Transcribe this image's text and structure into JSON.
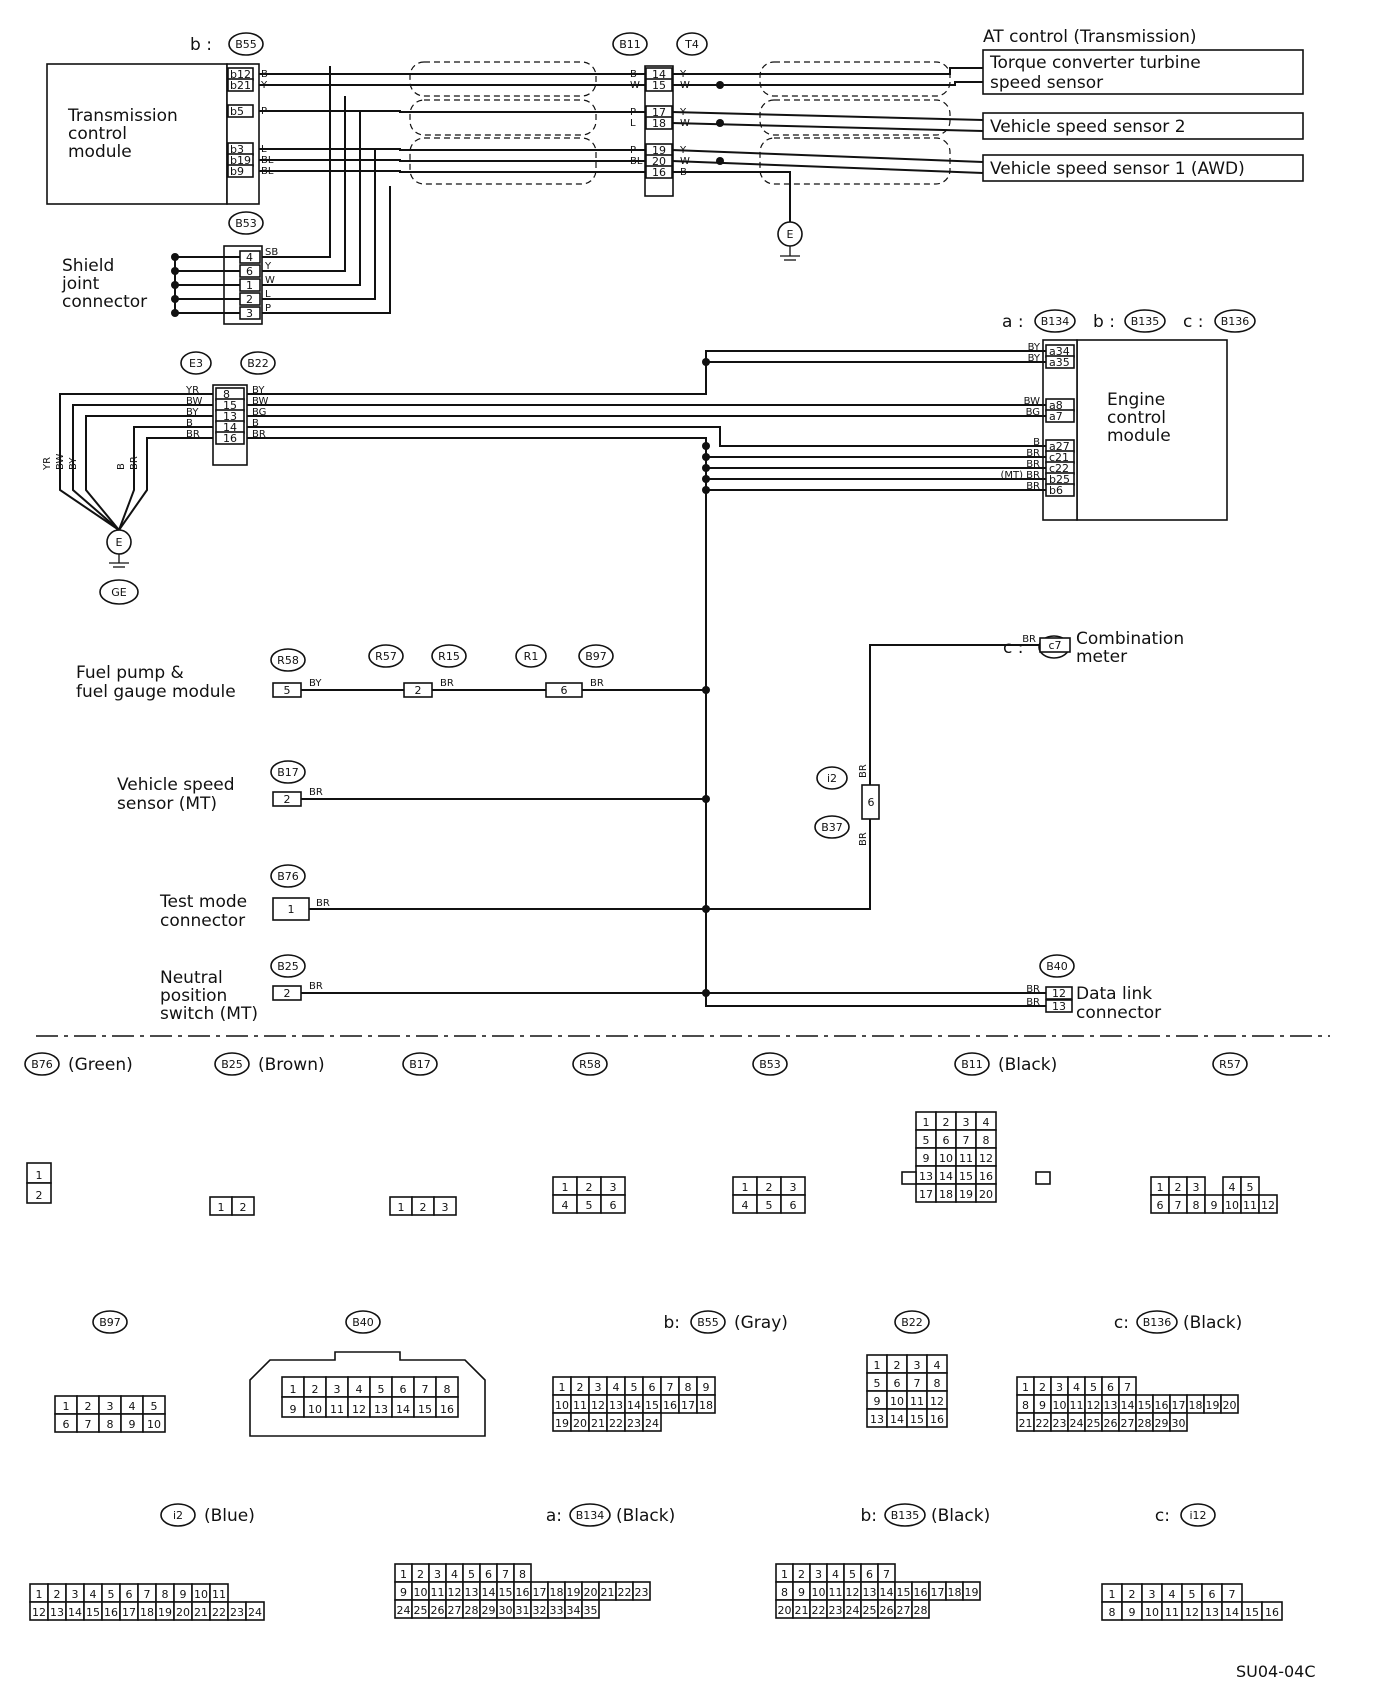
{
  "modules": {
    "tcm": "Transmission control module",
    "tcm_lines": [
      "Transmission",
      "control",
      "module"
    ],
    "ecm_lines": [
      "Engine",
      "control",
      "module"
    ],
    "at_control": "AT control (Transmission)",
    "turbine_lines": [
      "Torque converter turbine",
      "speed sensor"
    ],
    "vss2": "Vehicle speed sensor 2",
    "vss1": "Vehicle speed sensor 1 (AWD)",
    "shield_lines": [
      "Shield",
      "joint",
      "connector"
    ],
    "fuel_lines": [
      "Fuel pump &",
      "fuel gauge module"
    ],
    "vss_mt_lines": [
      "Vehicle speed",
      "sensor (MT)"
    ],
    "test_lines": [
      "Test mode",
      "connector"
    ],
    "neutral_lines": [
      "Neutral",
      "position",
      "switch (MT)"
    ],
    "comb_lines": [
      "Combination",
      "meter"
    ],
    "dlc_lines": [
      "Data link",
      "connector"
    ],
    "code": "SU04-04C"
  },
  "labels": {
    "tcm_prefix": "b :",
    "ecm_a": "a :",
    "ecm_b": "b :",
    "ecm_c": "c :",
    "comb_prefix": "c :",
    "B55": "B55",
    "B11": "B11",
    "T4": "T4",
    "B53": "B53",
    "E3": "E3",
    "B22": "B22",
    "E": "E",
    "GE": "GE",
    "B134": "B134",
    "B135": "B135",
    "B136": "B136",
    "R58": "R58",
    "R57": "R57",
    "R15": "R15",
    "R1": "R1",
    "B97": "B97",
    "B17": "B17",
    "B76": "B76",
    "B25": "B25",
    "B40": "B40",
    "i12": "i12",
    "i2": "i2",
    "B37": "B37"
  },
  "pins": {
    "tcm": [
      "b12",
      "b21",
      "b5",
      "b3",
      "b19",
      "b9"
    ],
    "b11": [
      "14",
      "15",
      "17",
      "18",
      "19",
      "20",
      "16"
    ],
    "b53": [
      "4",
      "6",
      "1",
      "2",
      "3"
    ],
    "b22": [
      "8",
      "15",
      "13",
      "14",
      "16"
    ],
    "ecm": [
      "a34",
      "a35",
      "a8",
      "a7",
      "a27",
      "c21",
      "c22",
      "b25",
      "b6"
    ],
    "r58": "5",
    "r57": "2",
    "r1": "6",
    "b17": "2",
    "b76": "1",
    "b25": "2",
    "i12": "c7",
    "i2": "6",
    "b40": [
      "12",
      "13"
    ]
  },
  "wires": {
    "tcm": [
      "B",
      "Y",
      "P",
      "L",
      "BL",
      "BL"
    ],
    "b11_left": [
      "B",
      "W",
      "P",
      "L",
      "P",
      "BL"
    ],
    "t4": [
      "Y",
      "W",
      "Y",
      "W",
      "Y",
      "W",
      "B"
    ],
    "b53": [
      "SB",
      "Y",
      "W",
      "L",
      "P"
    ],
    "e3": [
      "YR",
      "BW",
      "BY",
      "B",
      "BR"
    ],
    "b22r": [
      "BY",
      "BW",
      "BG",
      "B",
      "BR"
    ],
    "ecm": [
      "BY",
      "BY",
      "BW",
      "BG",
      "B",
      "BR",
      "BR",
      "(MT) BR",
      "BR"
    ],
    "vert": [
      "YR",
      "BW",
      "BY",
      "B",
      "BR"
    ],
    "fuel": [
      "BY",
      "BR",
      "BR"
    ],
    "br": "BR"
  },
  "views": [
    {
      "code": "B76",
      "color": "(Green)"
    },
    {
      "code": "B25",
      "color": "(Brown)"
    },
    {
      "code": "B17",
      "color": ""
    },
    {
      "code": "R58",
      "color": ""
    },
    {
      "code": "B53",
      "color": ""
    },
    {
      "code": "B11",
      "color": "(Black)"
    },
    {
      "code": "R57",
      "color": ""
    },
    {
      "code": "B97",
      "color": ""
    },
    {
      "code": "B40",
      "color": ""
    },
    {
      "code": "B55",
      "color": "(Gray)",
      "prefix": "b:"
    },
    {
      "code": "B22",
      "color": ""
    },
    {
      "code": "B136",
      "color": "(Black)",
      "prefix": "c:"
    },
    {
      "code": "i2",
      "color": "(Blue)"
    },
    {
      "code": "B134",
      "color": "(Black)",
      "prefix": "a:"
    },
    {
      "code": "B135",
      "color": "(Black)",
      "prefix": "b:"
    },
    {
      "code": "i12",
      "color": "",
      "prefix": "c:"
    }
  ],
  "conn_rows": {
    "b76": [
      [
        "1"
      ],
      [
        "2"
      ]
    ],
    "b25": [
      [
        "1",
        "2"
      ]
    ],
    "b17": [
      [
        "1",
        "2",
        "3"
      ]
    ],
    "r58": [
      [
        "1",
        "2",
        "3"
      ],
      [
        "4",
        "5",
        "6"
      ]
    ],
    "b53": [
      [
        "1",
        "2",
        "3"
      ],
      [
        "4",
        "5",
        "6"
      ]
    ],
    "b11": [
      [
        "1",
        "2",
        "3",
        "4"
      ],
      [
        "5",
        "6",
        "7",
        "8"
      ],
      [
        "9",
        "10",
        "11",
        "12"
      ],
      [
        "13",
        "14",
        "15",
        "16"
      ],
      [
        "17",
        "18",
        "19",
        "20"
      ]
    ],
    "r57": [
      [
        "1",
        "2",
        "3",
        "",
        "4",
        "5"
      ],
      [
        "6",
        "7",
        "8",
        "9",
        "10",
        "11",
        "12"
      ]
    ],
    "b97": [
      [
        "1",
        "2",
        "3",
        "4",
        "5"
      ],
      [
        "6",
        "7",
        "8",
        "9",
        "10"
      ]
    ],
    "b40": [
      [
        "1",
        "2",
        "3",
        "4",
        "5",
        "6",
        "7",
        "8"
      ],
      [
        "9",
        "10",
        "11",
        "12",
        "13",
        "14",
        "15",
        "16"
      ]
    ],
    "b55": [
      [
        "1",
        "2",
        "3",
        "4",
        "5",
        "6",
        "7",
        "8",
        "9"
      ],
      [
        "10",
        "11",
        "12",
        "13",
        "14",
        "15",
        "16",
        "17",
        "18"
      ],
      [
        "19",
        "20",
        "21",
        "22",
        "23",
        "24"
      ]
    ],
    "b22": [
      [
        "1",
        "2",
        "3",
        "4"
      ],
      [
        "5",
        "6",
        "7",
        "8"
      ],
      [
        "9",
        "10",
        "11",
        "12"
      ],
      [
        "13",
        "14",
        "15",
        "16"
      ]
    ],
    "b136": [
      [
        "1",
        "2",
        "3",
        "4",
        "5",
        "6",
        "7"
      ],
      [
        "8",
        "9",
        "10",
        "11",
        "12",
        "13",
        "14",
        "15",
        "16",
        "17",
        "18",
        "19",
        "20"
      ],
      [
        "21",
        "22",
        "23",
        "24",
        "25",
        "26",
        "27",
        "28",
        "29",
        "30"
      ]
    ],
    "i2": [
      [
        "1",
        "2",
        "3",
        "4",
        "5",
        "6",
        "7",
        "8",
        "9",
        "10",
        "11"
      ],
      [
        "12",
        "13",
        "14",
        "15",
        "16",
        "17",
        "18",
        "19",
        "20",
        "21",
        "22",
        "23",
        "24"
      ]
    ],
    "b134": [
      [
        "1",
        "2",
        "3",
        "4",
        "5",
        "6",
        "7",
        "8"
      ],
      [
        "9",
        "10",
        "11",
        "12",
        "13",
        "14",
        "15",
        "16",
        "17",
        "18",
        "19",
        "20",
        "21",
        "22",
        "23"
      ],
      [
        "24",
        "25",
        "26",
        "27",
        "28",
        "29",
        "30",
        "31",
        "32",
        "33",
        "34",
        "35"
      ]
    ],
    "b135": [
      [
        "1",
        "2",
        "3",
        "4",
        "5",
        "6",
        "7"
      ],
      [
        "8",
        "9",
        "10",
        "11",
        "12",
        "13",
        "14",
        "15",
        "16",
        "17",
        "18",
        "19"
      ],
      [
        "20",
        "21",
        "22",
        "23",
        "24",
        "25",
        "26",
        "27",
        "28"
      ]
    ],
    "i12": [
      [
        "1",
        "2",
        "3",
        "4",
        "5",
        "6",
        "7"
      ],
      [
        "8",
        "9",
        "10",
        "11",
        "12",
        "13",
        "14",
        "15",
        "16"
      ]
    ]
  }
}
